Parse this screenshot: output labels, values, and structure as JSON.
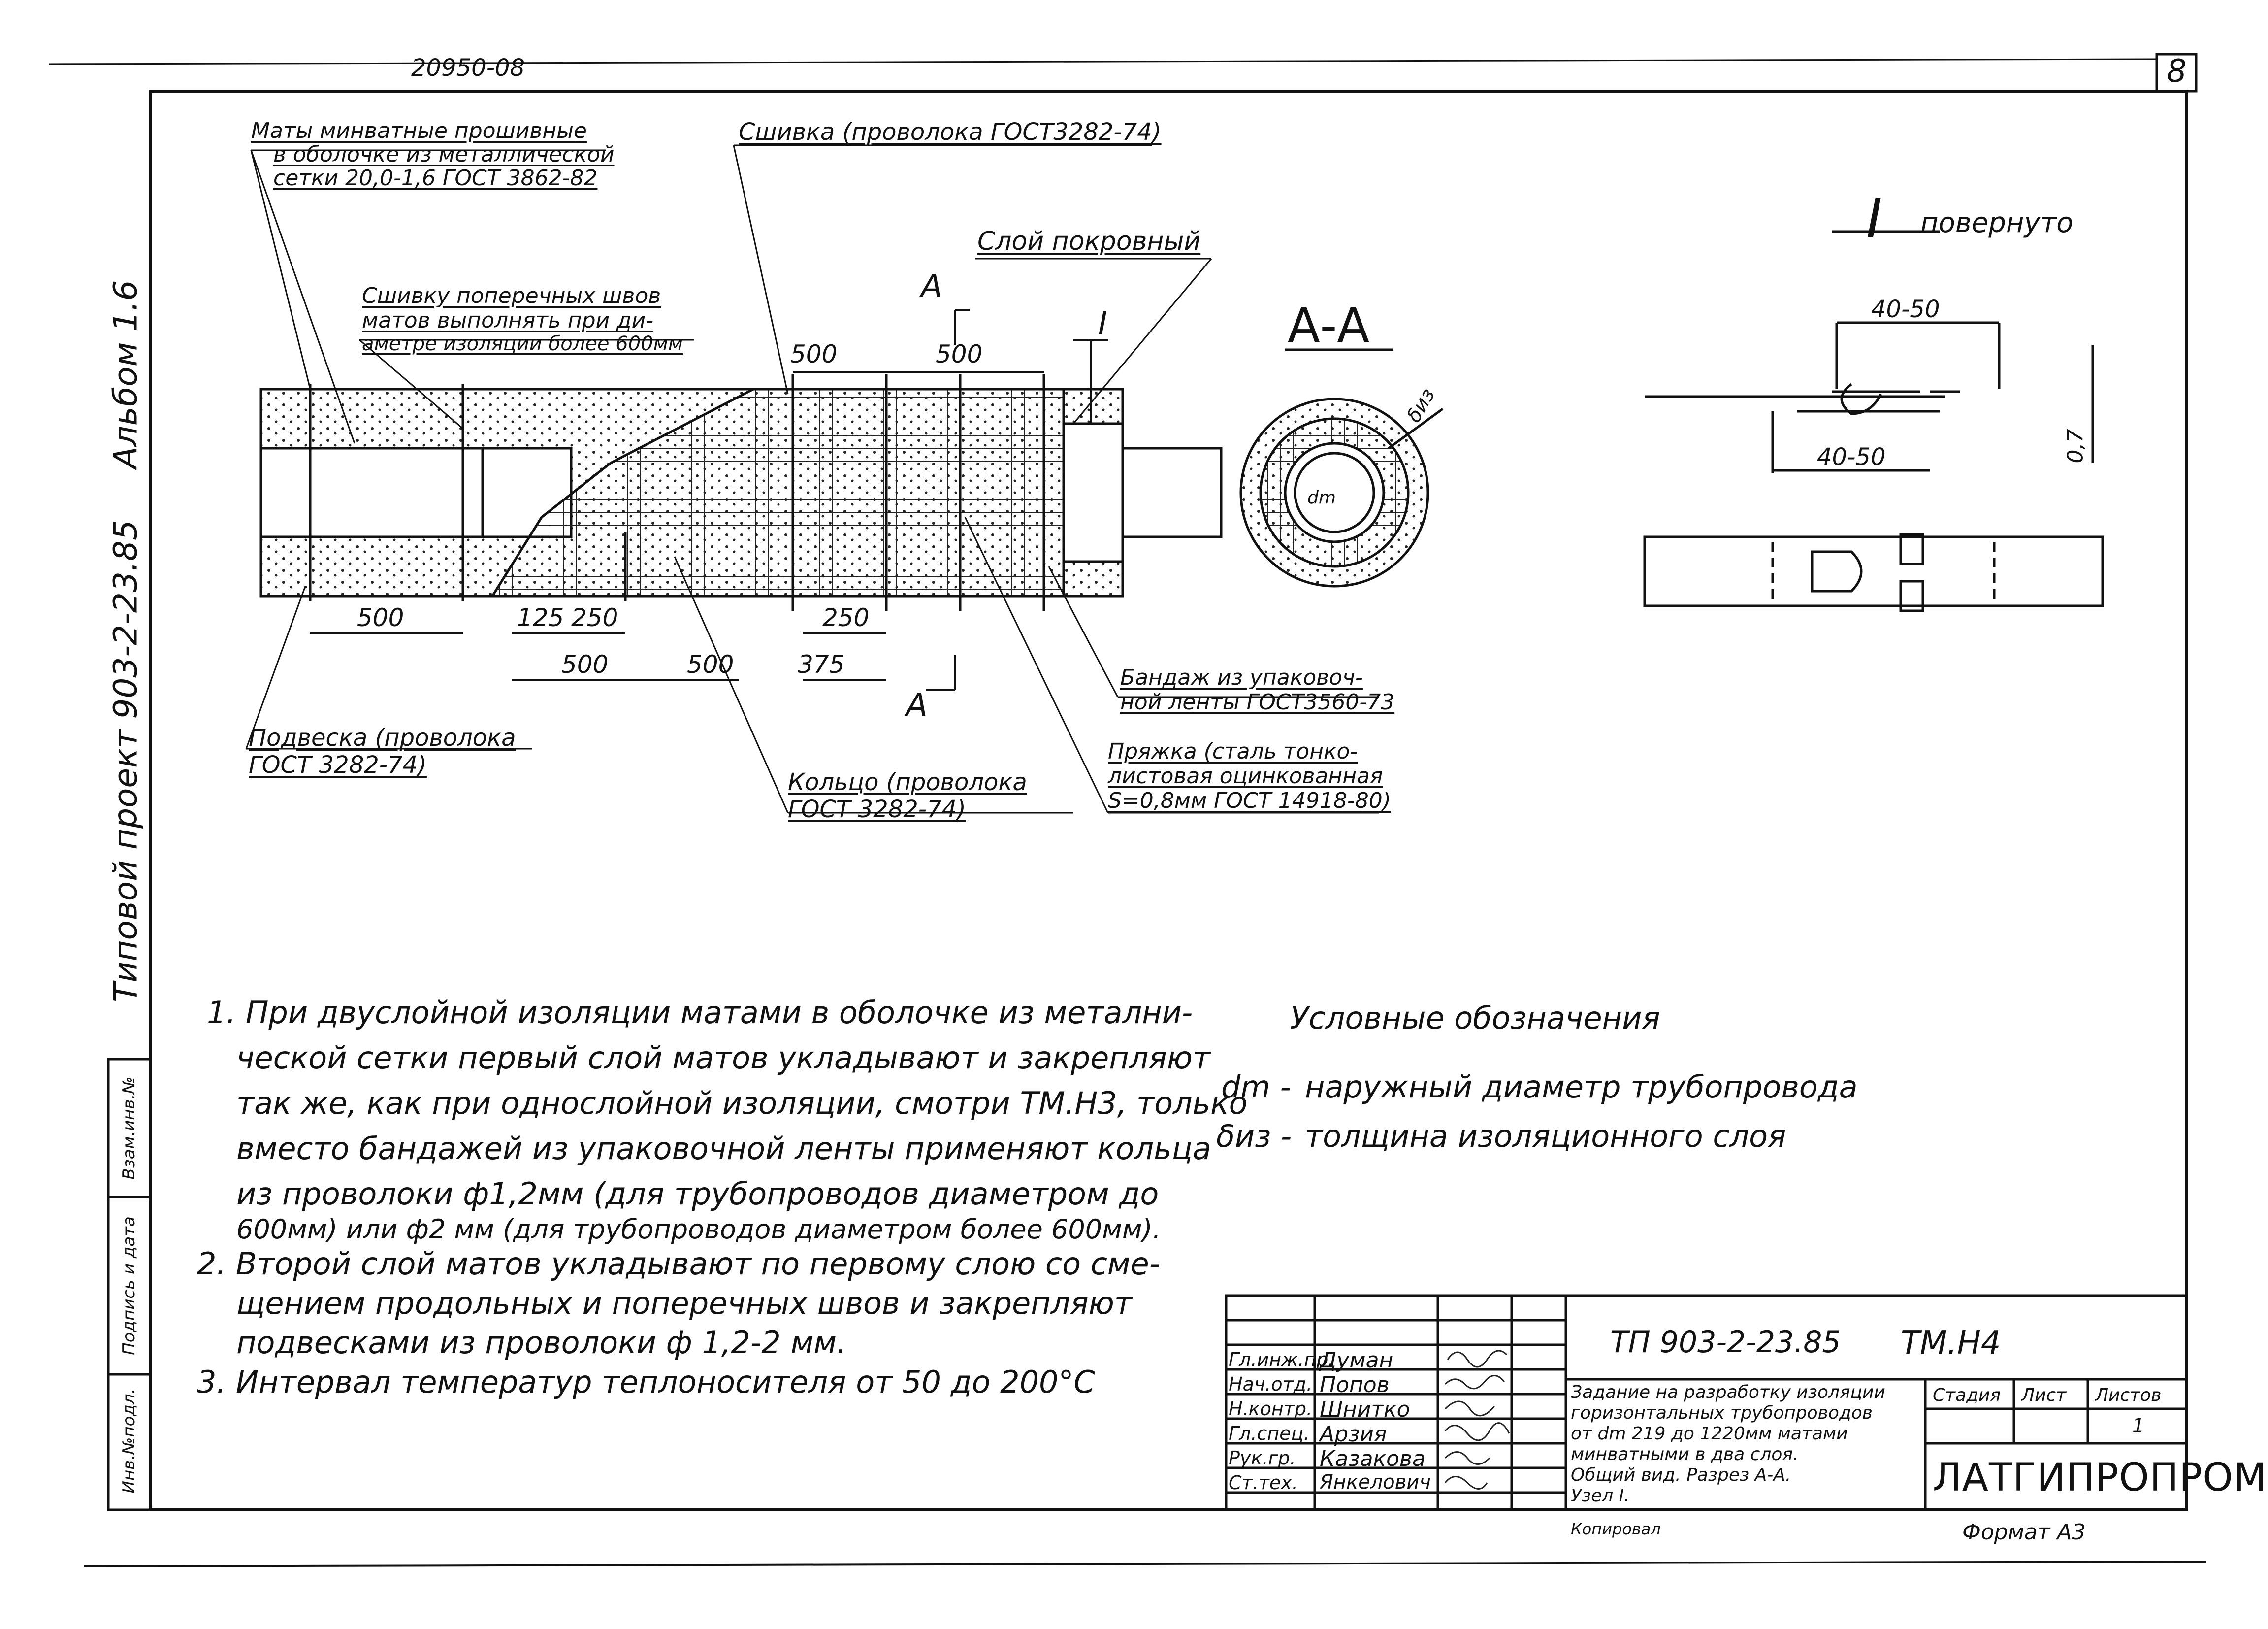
{
  "header": {
    "doc_code": "20950-08",
    "sheet_no": "8"
  },
  "side": {
    "album": "Альбом 1.6",
    "project": "Типовой проект 903-2-23.85",
    "inv_labels": [
      "Инв.№подл.",
      "Подпись и дата",
      "Взам.инв.№"
    ]
  },
  "labels": {
    "mats": [
      "Маты минватные прошивные",
      "в оболочке из металлической",
      "сетки 20,0-1,6 ГОСТ 3862-82"
    ],
    "stitching": "Сшивка (проволока ГОСТ3282-74)",
    "cover": "Слой покровный",
    "seams": [
      "Сшивку поперечных швов",
      "матов выполнять при ди-",
      "аметре изоляции более 600мм"
    ],
    "hanger": [
      "Подвеска (проволока",
      "ГОСТ 3282-74)"
    ],
    "ring": [
      "Кольцо (проволока",
      "ГОСТ 3282-74)"
    ],
    "band": [
      "Бандаж из упаковоч-",
      "ной ленты ГОСТ3560-73"
    ],
    "buckle": [
      "Пряжка (сталь тонко-",
      "листовая оцинкованная",
      "S=0,8мм ГОСТ 14918-80)"
    ],
    "section_mark": "А",
    "node_mark": "I",
    "section_title": "А-А",
    "dm": "dm",
    "biz": "δиз",
    "rotated": "повернуто",
    "dim_40_50": "40-50",
    "dim_07": "0,7"
  },
  "dims": {
    "d500": "500",
    "d125": "125",
    "d250": "250",
    "d375": "375"
  },
  "notes": [
    "1. При двуслойной изоляции матами в оболочке из метални-",
    "ческой сетки первый слой матов укладывают и закрепляют",
    "так же, как при однослойной изоляции, смотри ТМ.Н3, только",
    "вместо бандажей из упаковочной ленты применяют кольца",
    "из проволоки ф1,2мм (для трубопроводов диаметром до",
    "600мм) или ф2 мм (для трубопроводов диаметром более 600мм).",
    "2. Второй слой матов укладывают по первому слою со сме-",
    "щением продольных и поперечных швов и закрепляют",
    "подвесками из проволоки ф 1,2-2 мм.",
    "3. Интервал температур теплоносителя от 50 до 200°С"
  ],
  "legend": {
    "title": "Условные обозначения",
    "items": [
      {
        "sym": "dm -",
        "text": "наружный диаметр трубопровода"
      },
      {
        "sym": "δиз -",
        "text": "толщина изоляционного слоя"
      }
    ]
  },
  "stamp": {
    "project_code": "ТП 903-2-23.85",
    "sheet_code": "ТМ.Н4",
    "roles": [
      "Гл.инж.пр.",
      "Нач.отд.",
      "Н.контр.",
      "Гл.спец.",
      "Рук.гр.",
      "Ст.тех."
    ],
    "names": [
      "Думан",
      "Попов",
      "Шнитко",
      "Арзия",
      "Казакова",
      "Янкелович"
    ],
    "title": [
      "Задание на разработку изоляции",
      "горизонтальных трубопроводов",
      "от dm 219 до 1220мм матами",
      "минватными в два слоя.",
      "Общий вид. Разрез А-А.",
      "Узел I."
    ],
    "stage_hdr": "Стадия",
    "sheet_hdr": "Лист",
    "sheets_hdr": "Листов",
    "sheets_val": "1",
    "org": "ЛАТГИПРОПРОМ",
    "copied": "Копировал",
    "format": "Формат А3"
  }
}
